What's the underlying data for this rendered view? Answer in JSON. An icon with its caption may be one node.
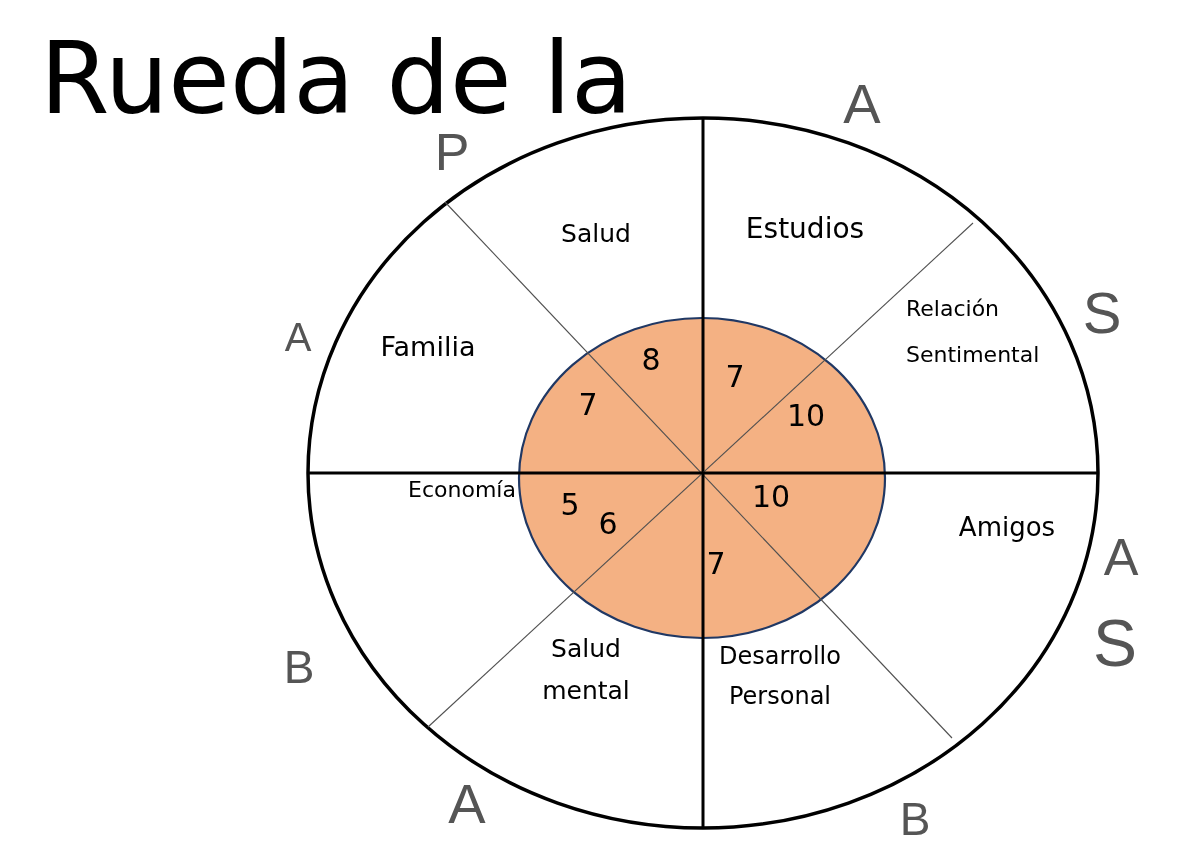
{
  "diagram": {
    "title": "Rueda de la",
    "nodes": [
      {
        "text": [
          "Salud",
          "Estudios",
          "Familia",
          "Relación Sentimental",
          "Economía",
          "Amigos",
          "Salud mental",
          "Desarrollo Personal"
        ]
      },
      {
        "text": [
          "8",
          "7",
          "7",
          "10",
          "5",
          "10",
          "6",
          "7"
        ],
        "in": 0
      }
    ],
    "labels": [
      "A",
      "P",
      "S",
      "A",
      "A",
      "S",
      "B",
      "A",
      "B"
    ]
  }
}
